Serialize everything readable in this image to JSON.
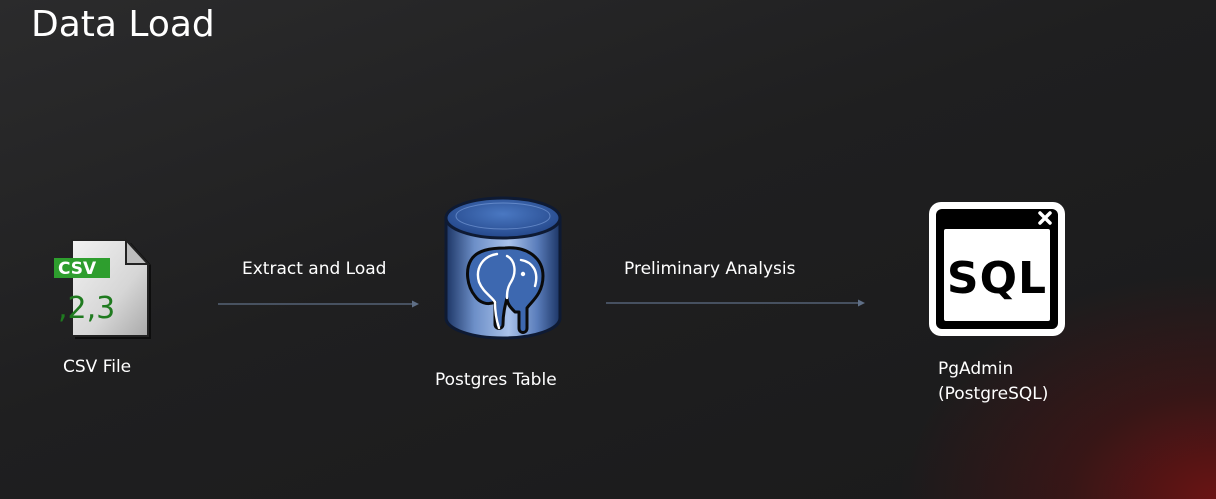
{
  "title": "Data Load",
  "nodes": {
    "csv": {
      "label": "CSV File",
      "badge": "CSV",
      "digits": ",2,3"
    },
    "postgres": {
      "label": "Postgres Table"
    },
    "pgadmin": {
      "label_line1": "PgAdmin",
      "label_line2": "(PostgreSQL)",
      "icon_text": "SQL"
    }
  },
  "edges": {
    "extract": {
      "label": "Extract and Load"
    },
    "analysis": {
      "label": "Preliminary Analysis"
    }
  },
  "colors": {
    "background": "#1e1e1f",
    "csv_badge": "#2e9e2e",
    "csv_digits": "#1f7a1f",
    "db_blue": "#3a64a8",
    "arrow": "#5f6f86"
  },
  "icons": [
    "csv-file-icon",
    "postgres-database-icon",
    "sql-window-icon"
  ]
}
